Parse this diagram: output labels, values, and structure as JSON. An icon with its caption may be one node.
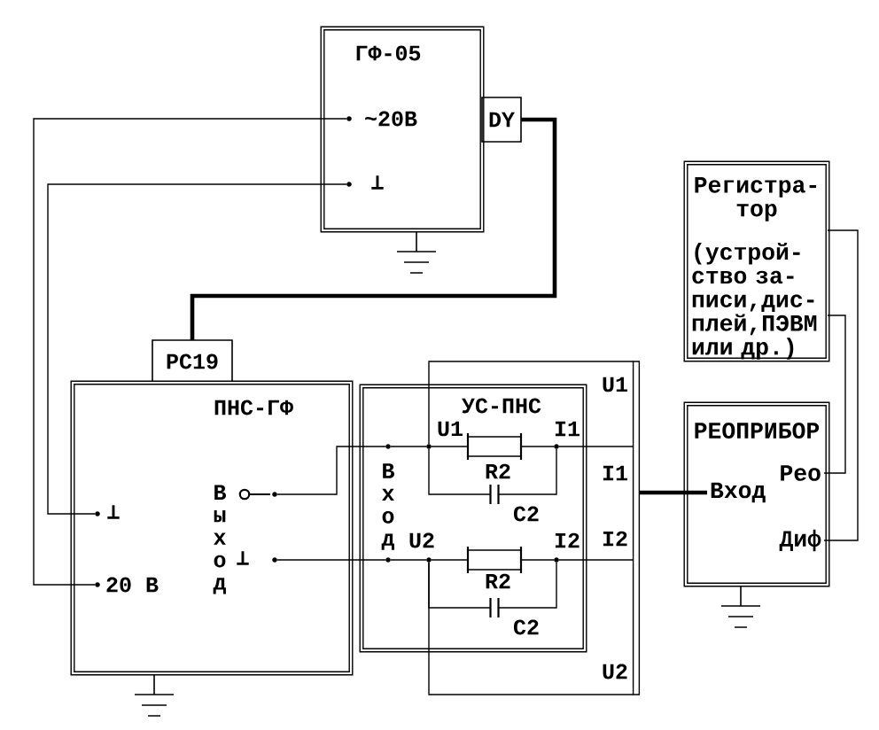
{
  "diagram": {
    "nodes": [
      {
        "text": [
          "ГФ-05"
        ]
      },
      {
        "text": [],
        "shape": "circle",
        "in": 0,
        "beside": [
          "~20В"
        ]
      },
      {
        "text": [],
        "shape": "circle",
        "in": 0,
        "beside": [
          "⊥"
        ]
      },
      {
        "text": [
          "DY"
        ]
      },
      {
        "text": [
          "РС19"
        ]
      },
      {
        "text": [
          "ПНС-ГФ",
          "Выход"
        ]
      },
      {
        "text": [],
        "shape": "circle",
        "in": 5,
        "beside": [
          "⊥"
        ]
      },
      {
        "text": [],
        "shape": "circle",
        "in": 5,
        "beside": [
          "20 В"
        ]
      },
      {
        "text": [],
        "shape": "circle",
        "in": 5
      },
      {
        "text": [],
        "shape": "circle",
        "in": 5,
        "beside": [
          "⊥"
        ]
      },
      {
        "text": [
          "УС-ПНС",
          "Вход"
        ]
      },
      {
        "text": [],
        "shape": "circle",
        "in": 10
      },
      {
        "text": [],
        "shape": "circle",
        "in": 10
      },
      {
        "text": [],
        "shape": "circle",
        "in": 10,
        "beside": [
          "U1"
        ]
      },
      {
        "text": [],
        "shape": "circle",
        "in": 10,
        "beside": [
          "I1"
        ]
      },
      {
        "text": [],
        "shape": "box",
        "in": 10,
        "beside": [
          "R2"
        ]
      },
      {
        "text": [
          "C2"
        ],
        "in": 10
      },
      {
        "text": [],
        "shape": "circle",
        "in": 10,
        "beside": [
          "U2"
        ]
      },
      {
        "text": [],
        "shape": "circle",
        "in": 10,
        "beside": [
          "I2"
        ]
      },
      {
        "text": [],
        "shape": "box",
        "in": 10,
        "beside": [
          "R2"
        ]
      },
      {
        "text": [
          "C2"
        ],
        "in": 10
      },
      {
        "text": [],
        "shape": "bar"
      },
      {
        "text": [
          "Регистра- тор",
          "(устрой- ство за- писи,дис- плей,ПЭВМ или др.)"
        ]
      },
      {
        "text": [
          "РЕОПРИБОР"
        ]
      },
      {
        "text": [
          "Рео"
        ],
        "in": 23
      },
      {
        "text": [
          "Вход"
        ],
        "in": 23
      },
      {
        "text": [
          "Диф"
        ],
        "in": 23
      }
    ],
    "edges": [
      {
        "from": 1,
        "to": 7,
        "arrow": "none"
      },
      {
        "from": 2,
        "to": 6,
        "arrow": "none"
      },
      {
        "from": 3,
        "to": 4,
        "arrow": "none",
        "style": "thick"
      },
      {
        "from": 8,
        "to": 11,
        "arrow": "none"
      },
      {
        "from": 9,
        "to": 12,
        "arrow": "none"
      },
      {
        "from": 11,
        "to": 13,
        "arrow": "none"
      },
      {
        "from": 13,
        "to": 15,
        "arrow": "none"
      },
      {
        "from": 15,
        "to": 14,
        "arrow": "none"
      },
      {
        "from": 13,
        "to": 16,
        "arrow": "none"
      },
      {
        "from": 16,
        "to": 14,
        "arrow": "none"
      },
      {
        "from": 12,
        "to": 17,
        "arrow": "none"
      },
      {
        "from": 17,
        "to": 19,
        "arrow": "none"
      },
      {
        "from": 19,
        "to": 18,
        "arrow": "none"
      },
      {
        "from": 17,
        "to": 20,
        "arrow": "none"
      },
      {
        "from": 20,
        "to": 18,
        "arrow": "none"
      },
      {
        "from": 13,
        "to": 21,
        "arrow": "none",
        "label": "U1"
      },
      {
        "from": 14,
        "to": 21,
        "arrow": "none",
        "label": "I1"
      },
      {
        "from": 18,
        "to": 21,
        "arrow": "none",
        "label": "I2"
      },
      {
        "from": 17,
        "to": 21,
        "arrow": "none",
        "label": "U2"
      },
      {
        "from": 21,
        "to": 25,
        "arrow": "none",
        "style": "thick"
      },
      {
        "from": 22,
        "to": 24,
        "arrow": "none"
      },
      {
        "from": 22,
        "to": 26,
        "arrow": "none"
      }
    ]
  }
}
